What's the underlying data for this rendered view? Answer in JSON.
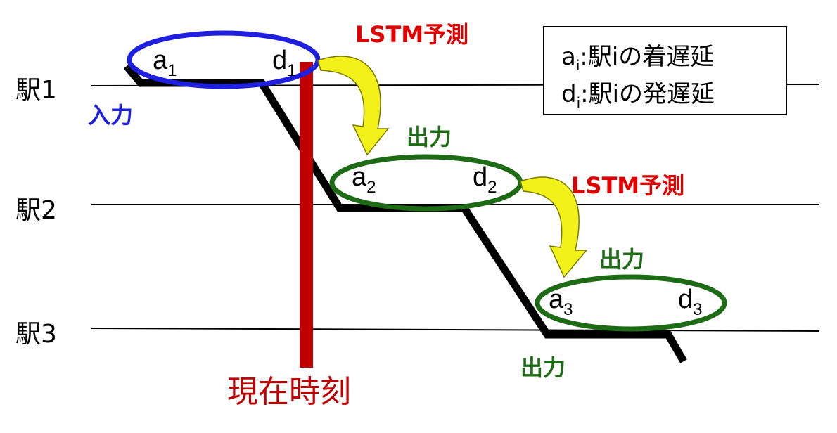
{
  "stations": [
    {
      "label": "駅1"
    },
    {
      "label": "駅2"
    },
    {
      "label": "駅3"
    }
  ],
  "nodes": [
    {
      "a": "a",
      "a_sub": "1",
      "d": "d",
      "d_sub": "1"
    },
    {
      "a": "a",
      "a_sub": "2",
      "d": "d",
      "d_sub": "2"
    },
    {
      "a": "a",
      "a_sub": "3",
      "d": "d",
      "d_sub": "3"
    }
  ],
  "labels": {
    "input": "入力",
    "output_1": "出力",
    "output_2": "出力",
    "output_3": "出力",
    "lstm_1": "LSTM予測",
    "lstm_2": "LSTM予測",
    "current_time": "現在時刻"
  },
  "legend": {
    "row1": {
      "var": "a",
      "sub": "i",
      "text": ":駅iの着遅延"
    },
    "row2": {
      "var": "d",
      "sub": "i",
      "text": ":駅iの発遅延"
    }
  },
  "colors": {
    "input_blue": "#1f1fe0",
    "output_green": "#1e6b16",
    "lstm_red": "#e00000",
    "current_time_red": "#c00000",
    "arrow_yellow": "#f2f21a",
    "track_black": "#000000"
  }
}
